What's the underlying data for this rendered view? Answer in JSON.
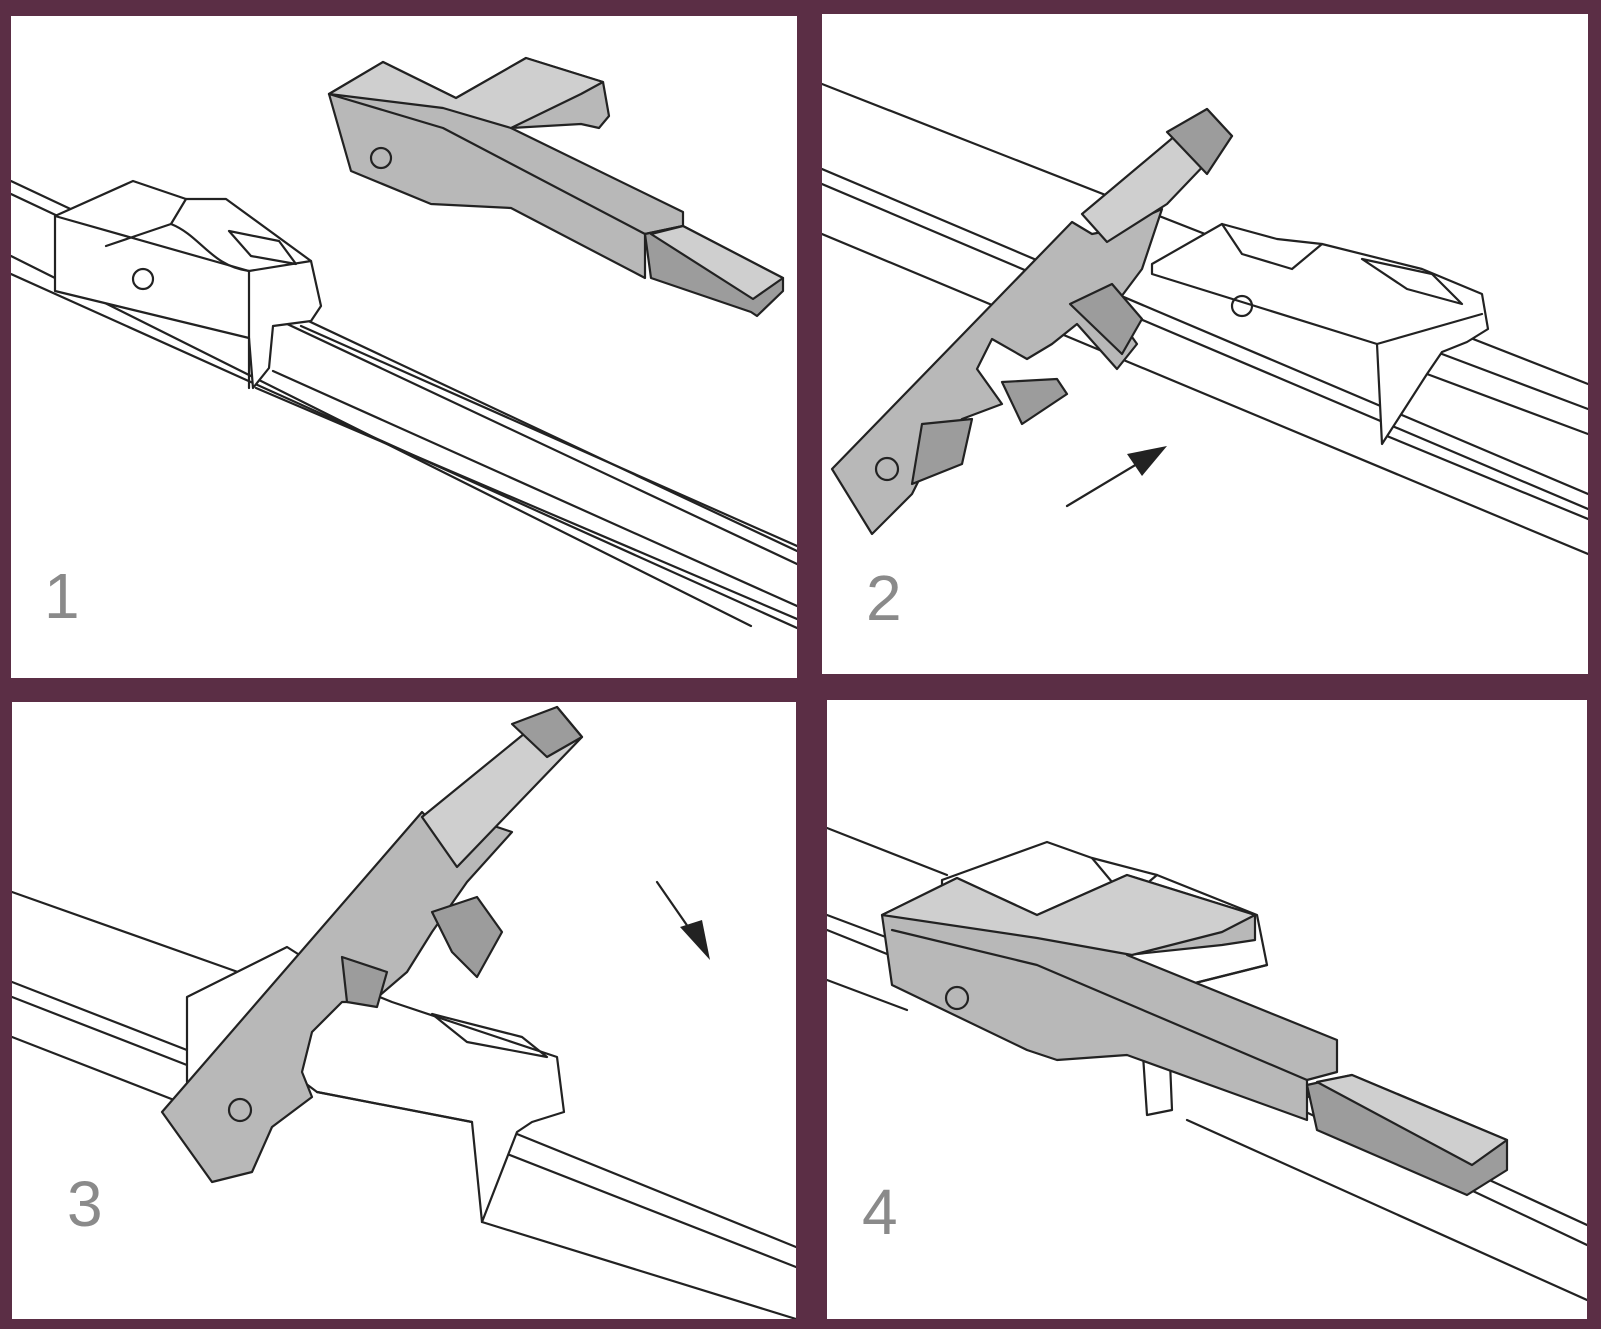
{
  "steps": [
    {
      "number": "1"
    },
    {
      "number": "2"
    },
    {
      "number": "3"
    },
    {
      "number": "4"
    }
  ],
  "colors": {
    "border": "#5b2e45",
    "panel": "#ffffff",
    "part": "#b8b8b8",
    "number": "#8a8a8a"
  }
}
